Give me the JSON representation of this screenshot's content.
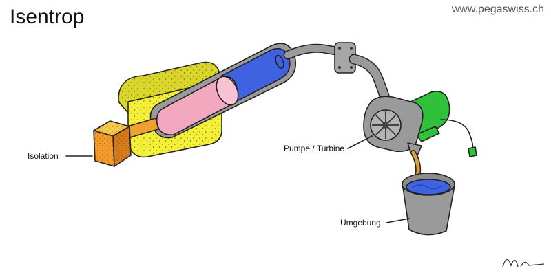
{
  "title": "Isentrop",
  "website": "www.pegaswiss.ch",
  "labels": {
    "isolation": "Isolation",
    "pump_turbine": "Pumpe / Turbine",
    "environment": "Umgebung"
  },
  "signature": "M. Nesta",
  "colors": {
    "insulation": "#f4f03a",
    "insulation_block": "#f39a2a",
    "piston": "#f2a9c0",
    "gas": "#3f63e0",
    "cylinder": "#9a9a9a",
    "motor": "#2fc13a",
    "water": "#3f63e0",
    "rod": "#f0a030",
    "hose": "#d9a33a"
  }
}
